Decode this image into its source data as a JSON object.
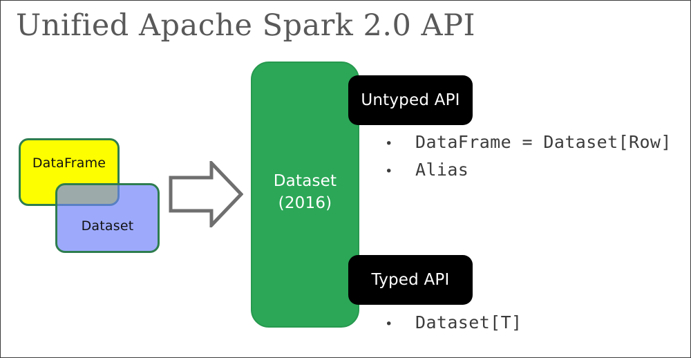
{
  "slide": {
    "title": "Unified Apache Spark 2.0 API",
    "border_color": "#3a3a3a",
    "background": "#ffffff"
  },
  "legacy_shapes": {
    "dataframe": {
      "label": "DataFrame",
      "fill": "#fdff00",
      "border": "#2e7d4f"
    },
    "dataset": {
      "label": "Dataset",
      "fill": "#8c9efa",
      "border": "#2e7d4f"
    }
  },
  "arrow": {
    "icon": "right-block-arrow-icon",
    "stroke": "#6f6f6f",
    "fill": "#ffffff"
  },
  "pillar": {
    "line1": "Dataset",
    "line2": "(2016)",
    "fill": "#2ba757",
    "text_color": "#ffffff"
  },
  "api_sections": [
    {
      "pill_label": "Untyped API",
      "pill_fill": "#000000",
      "pill_text_color": "#ffffff",
      "bullets": [
        "DataFrame = Dataset[Row]",
        "Alias"
      ]
    },
    {
      "pill_label": "Typed API",
      "pill_fill": "#000000",
      "pill_text_color": "#ffffff",
      "bullets": [
        "Dataset[T]"
      ]
    }
  ],
  "bullet_glyph": "•"
}
